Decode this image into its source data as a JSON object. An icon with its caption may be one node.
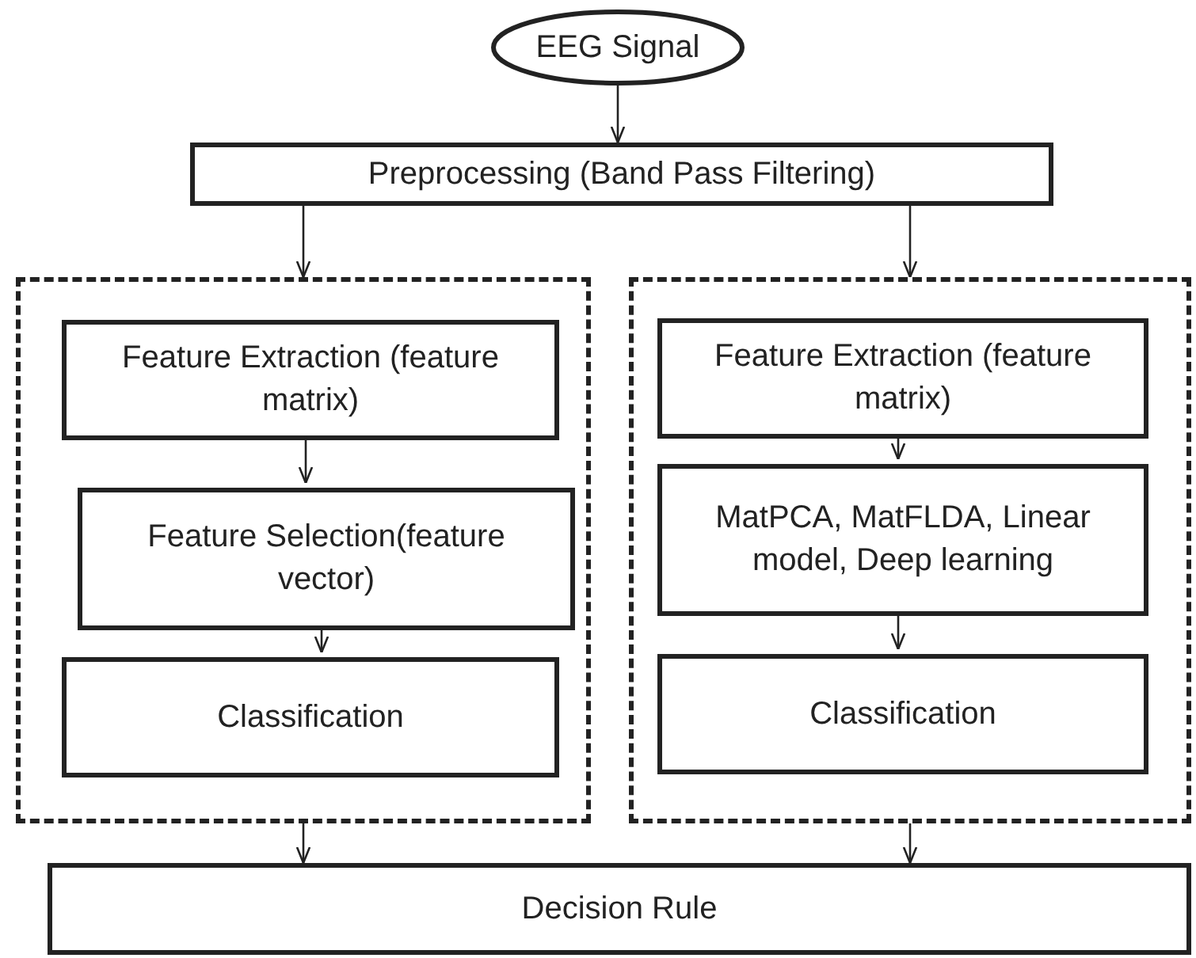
{
  "diagram": {
    "nodes": [
      {
        "text": [
          "EEG Signal"
        ]
      },
      {
        "text": [
          "Preprocessing (Band Pass Filtering)"
        ]
      },
      {
        "text": [],
        "shape": "box"
      },
      {
        "text": [
          "Feature Extraction (feature matrix)"
        ],
        "in": 2
      },
      {
        "text": [
          "Feature Selection(feature vector)"
        ],
        "in": 2
      },
      {
        "text": [
          "Classification"
        ],
        "in": 2
      },
      {
        "text": [],
        "shape": "box"
      },
      {
        "text": [
          "Feature Extraction (feature matrix)"
        ],
        "in": 6
      },
      {
        "text": [
          "MatPCA, MatFLDA, Linear model, Deep learning"
        ],
        "in": 6
      },
      {
        "text": [
          "Classification"
        ],
        "in": 6
      },
      {
        "text": [
          "Decision Rule"
        ]
      }
    ],
    "edges": [
      {
        "from": 0,
        "to": 1,
        "arrow": "to"
      },
      {
        "from": 1,
        "to": 2,
        "arrow": "to"
      },
      {
        "from": 1,
        "to": 6,
        "arrow": "to"
      },
      {
        "from": 3,
        "to": 4,
        "arrow": "to"
      },
      {
        "from": 4,
        "to": 5,
        "arrow": "to"
      },
      {
        "from": 7,
        "to": 8,
        "arrow": "to"
      },
      {
        "from": 8,
        "to": 9,
        "arrow": "to"
      },
      {
        "from": 2,
        "to": 10,
        "arrow": "to"
      },
      {
        "from": 6,
        "to": 10,
        "arrow": "to"
      }
    ]
  }
}
